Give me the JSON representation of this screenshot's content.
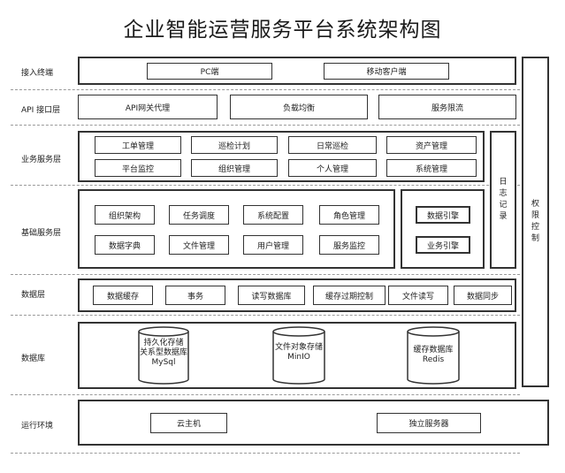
{
  "title": "企业智能运营服务平台系统架构图",
  "layers": {
    "access": {
      "label": "接入终端",
      "items": [
        "PC端",
        "移动客户端"
      ]
    },
    "api": {
      "label": "API 接口层",
      "items": [
        "API网关代理",
        "负载均衡",
        "服务限流"
      ]
    },
    "business": {
      "label": "业务服务层",
      "row1": [
        "工单管理",
        "巡检计划",
        "日常巡检",
        "资产管理"
      ],
      "row2": [
        "平台监控",
        "组织管理",
        "个人管理",
        "系统管理"
      ]
    },
    "log": {
      "chars": [
        "日",
        "志",
        "记",
        "录"
      ]
    },
    "permission": {
      "chars": [
        "权",
        "限",
        "控",
        "制"
      ]
    },
    "base": {
      "label": "基础服务层",
      "row1": [
        "组织架构",
        "任务调度",
        "系统配置",
        "角色管理"
      ],
      "row2": [
        "数据字典",
        "文件管理",
        "用户管理",
        "服务监控"
      ],
      "engines": [
        "数据引擎",
        "业务引擎"
      ]
    },
    "data": {
      "label": "数据层",
      "items": [
        "数据缓存",
        "事务",
        "读写数据库",
        "缓存过期控制",
        "文件读写",
        "数据同步"
      ]
    },
    "database": {
      "label": "数据库",
      "items": [
        {
          "lines": [
            "持久化存储",
            "关系型数据库",
            "MySql"
          ]
        },
        {
          "lines": [
            "文件对象存储",
            "MinIO"
          ]
        },
        {
          "lines": [
            "缓存数据库",
            "Redis"
          ]
        }
      ]
    },
    "runtime": {
      "label": "运行环境",
      "items": [
        "云主机",
        "独立服务器"
      ]
    }
  }
}
